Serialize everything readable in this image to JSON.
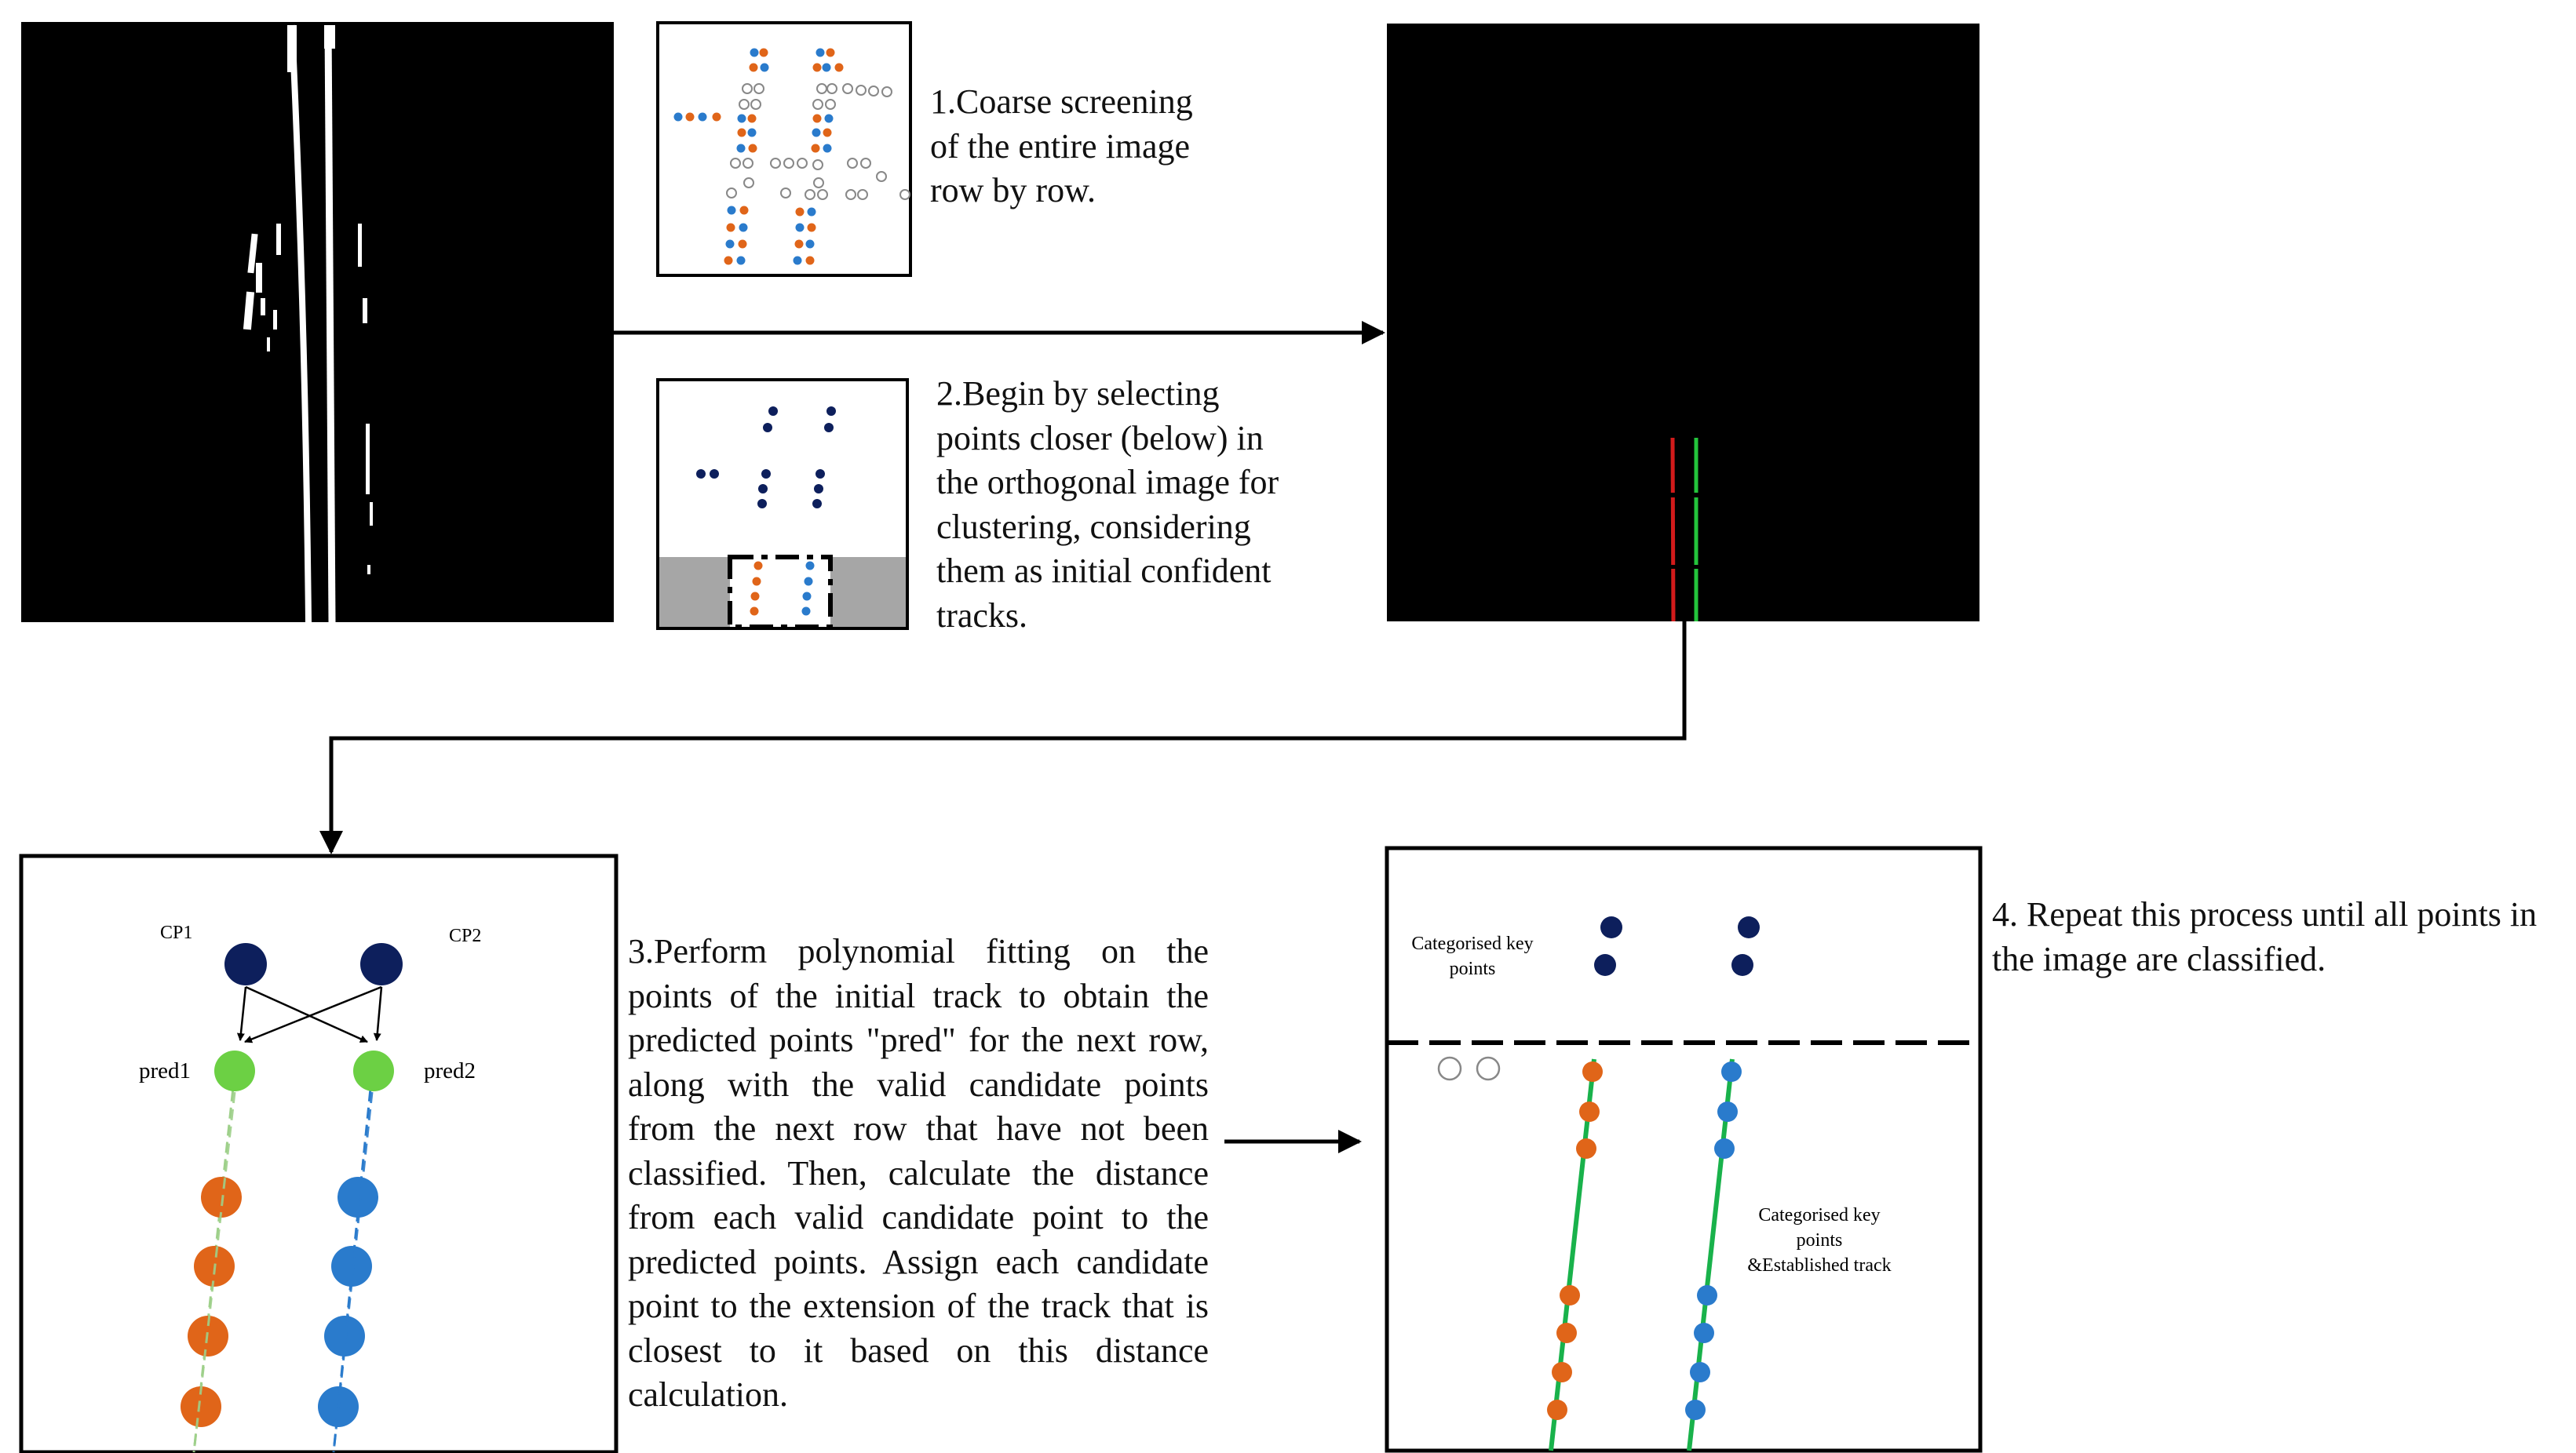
{
  "colors": {
    "orange": "#E06519",
    "blue": "#2A7BCC",
    "navy": "#0D1F5C",
    "green": "#6CD044",
    "track_green": "#19B24B",
    "gray_band": "#A6A6A6",
    "black": "#000000"
  },
  "steps": {
    "step1": "1.Coarse screening of the entire image row by row.",
    "step2": "2.Begin by selecting points closer (below) in the orthogonal image for clustering, considering them as initial confident tracks.",
    "step3": "3.Perform polynomial fitting on the points of the initial track to obtain the predicted points \"pred\" for the next row, along with the valid candidate points from the next row that have not been classified. Then, calculate the distance from each valid candidate point to the predicted points. Assign each candidate point to the extension of the track that is closest to it based on this distance calculation.",
    "step4": "4. Repeat this process until all points in the image are classified."
  },
  "panel3": {
    "cp1": "CP1",
    "cp2": "CP2",
    "pred1": "pred1",
    "pred2": "pred2"
  },
  "panel4": {
    "top_label_line1": "Categorised key",
    "top_label_line2": "points",
    "track_label_line1": "Categorised key",
    "track_label_line2": "points",
    "track_label_line3": "&Established track"
  }
}
